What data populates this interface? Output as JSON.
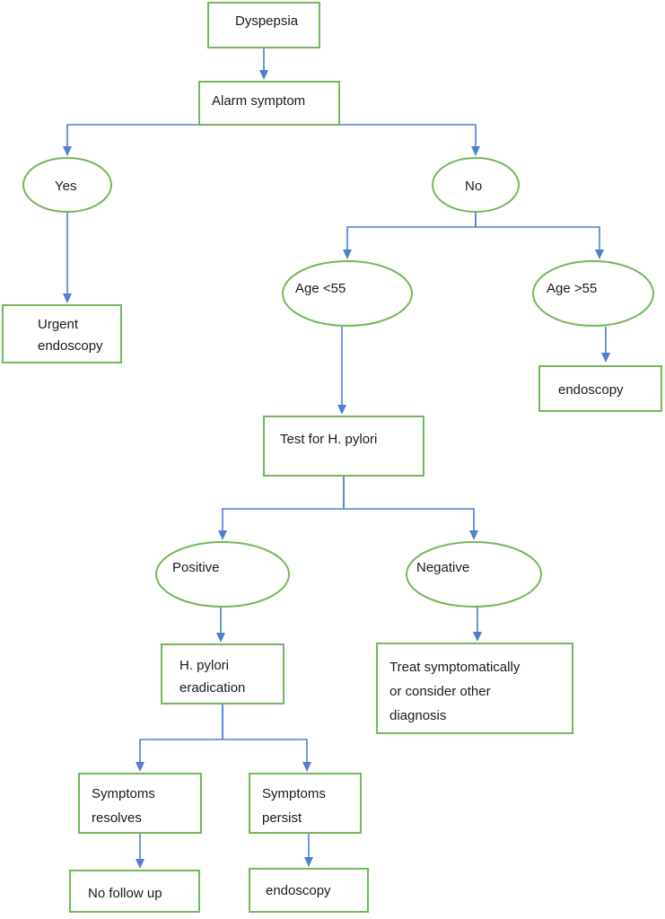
{
  "colors": {
    "node_border": "#72b85a",
    "connector": "#4f7fd3",
    "text": "#1a1a1a",
    "background": "#ffffff"
  },
  "nodes": {
    "dyspepsia": {
      "shape": "box",
      "lines": [
        "Dyspepsia"
      ]
    },
    "alarm_symptom": {
      "shape": "box",
      "lines": [
        "Alarm symptom"
      ]
    },
    "yes": {
      "shape": "oval",
      "lines": [
        "Yes"
      ]
    },
    "no": {
      "shape": "oval",
      "lines": [
        "No"
      ]
    },
    "urgent_endoscopy": {
      "shape": "box",
      "lines": [
        "Urgent",
        "endoscopy"
      ]
    },
    "age_under_55": {
      "shape": "oval",
      "lines": [
        "Age <55"
      ]
    },
    "age_over_55": {
      "shape": "oval",
      "lines": [
        "Age >55"
      ]
    },
    "endoscopy_age": {
      "shape": "box",
      "lines": [
        "endoscopy"
      ]
    },
    "test_h_pylori": {
      "shape": "box",
      "lines": [
        "Test for H. pylori"
      ]
    },
    "positive": {
      "shape": "oval",
      "lines": [
        "Positive"
      ]
    },
    "negative": {
      "shape": "oval",
      "lines": [
        "Negative"
      ]
    },
    "h_pylori_eradication": {
      "shape": "box",
      "lines": [
        "H. pylori",
        "eradication"
      ]
    },
    "treat_symptomatically": {
      "shape": "box",
      "lines": [
        "Treat symptomatically",
        "or consider other",
        "diagnosis"
      ]
    },
    "symptoms_resolves": {
      "shape": "box",
      "lines": [
        "Symptoms",
        "resolves"
      ]
    },
    "symptoms_persist": {
      "shape": "box",
      "lines": [
        "Symptoms",
        "persist"
      ]
    },
    "no_follow_up": {
      "shape": "box",
      "lines": [
        "No follow up"
      ]
    },
    "endoscopy_final": {
      "shape": "box",
      "lines": [
        "endoscopy"
      ]
    }
  },
  "edges": [
    {
      "from": "dyspepsia",
      "to": "alarm_symptom"
    },
    {
      "from": "alarm_symptom",
      "to": "yes"
    },
    {
      "from": "alarm_symptom",
      "to": "no"
    },
    {
      "from": "yes",
      "to": "urgent_endoscopy"
    },
    {
      "from": "no",
      "to": "age_under_55"
    },
    {
      "from": "no",
      "to": "age_over_55"
    },
    {
      "from": "age_over_55",
      "to": "endoscopy_age"
    },
    {
      "from": "age_under_55",
      "to": "test_h_pylori"
    },
    {
      "from": "test_h_pylori",
      "to": "positive"
    },
    {
      "from": "test_h_pylori",
      "to": "negative"
    },
    {
      "from": "positive",
      "to": "h_pylori_eradication"
    },
    {
      "from": "negative",
      "to": "treat_symptomatically"
    },
    {
      "from": "h_pylori_eradication",
      "to": "symptoms_resolves"
    },
    {
      "from": "h_pylori_eradication",
      "to": "symptoms_persist"
    },
    {
      "from": "symptoms_resolves",
      "to": "no_follow_up"
    },
    {
      "from": "symptoms_persist",
      "to": "endoscopy_final"
    }
  ]
}
